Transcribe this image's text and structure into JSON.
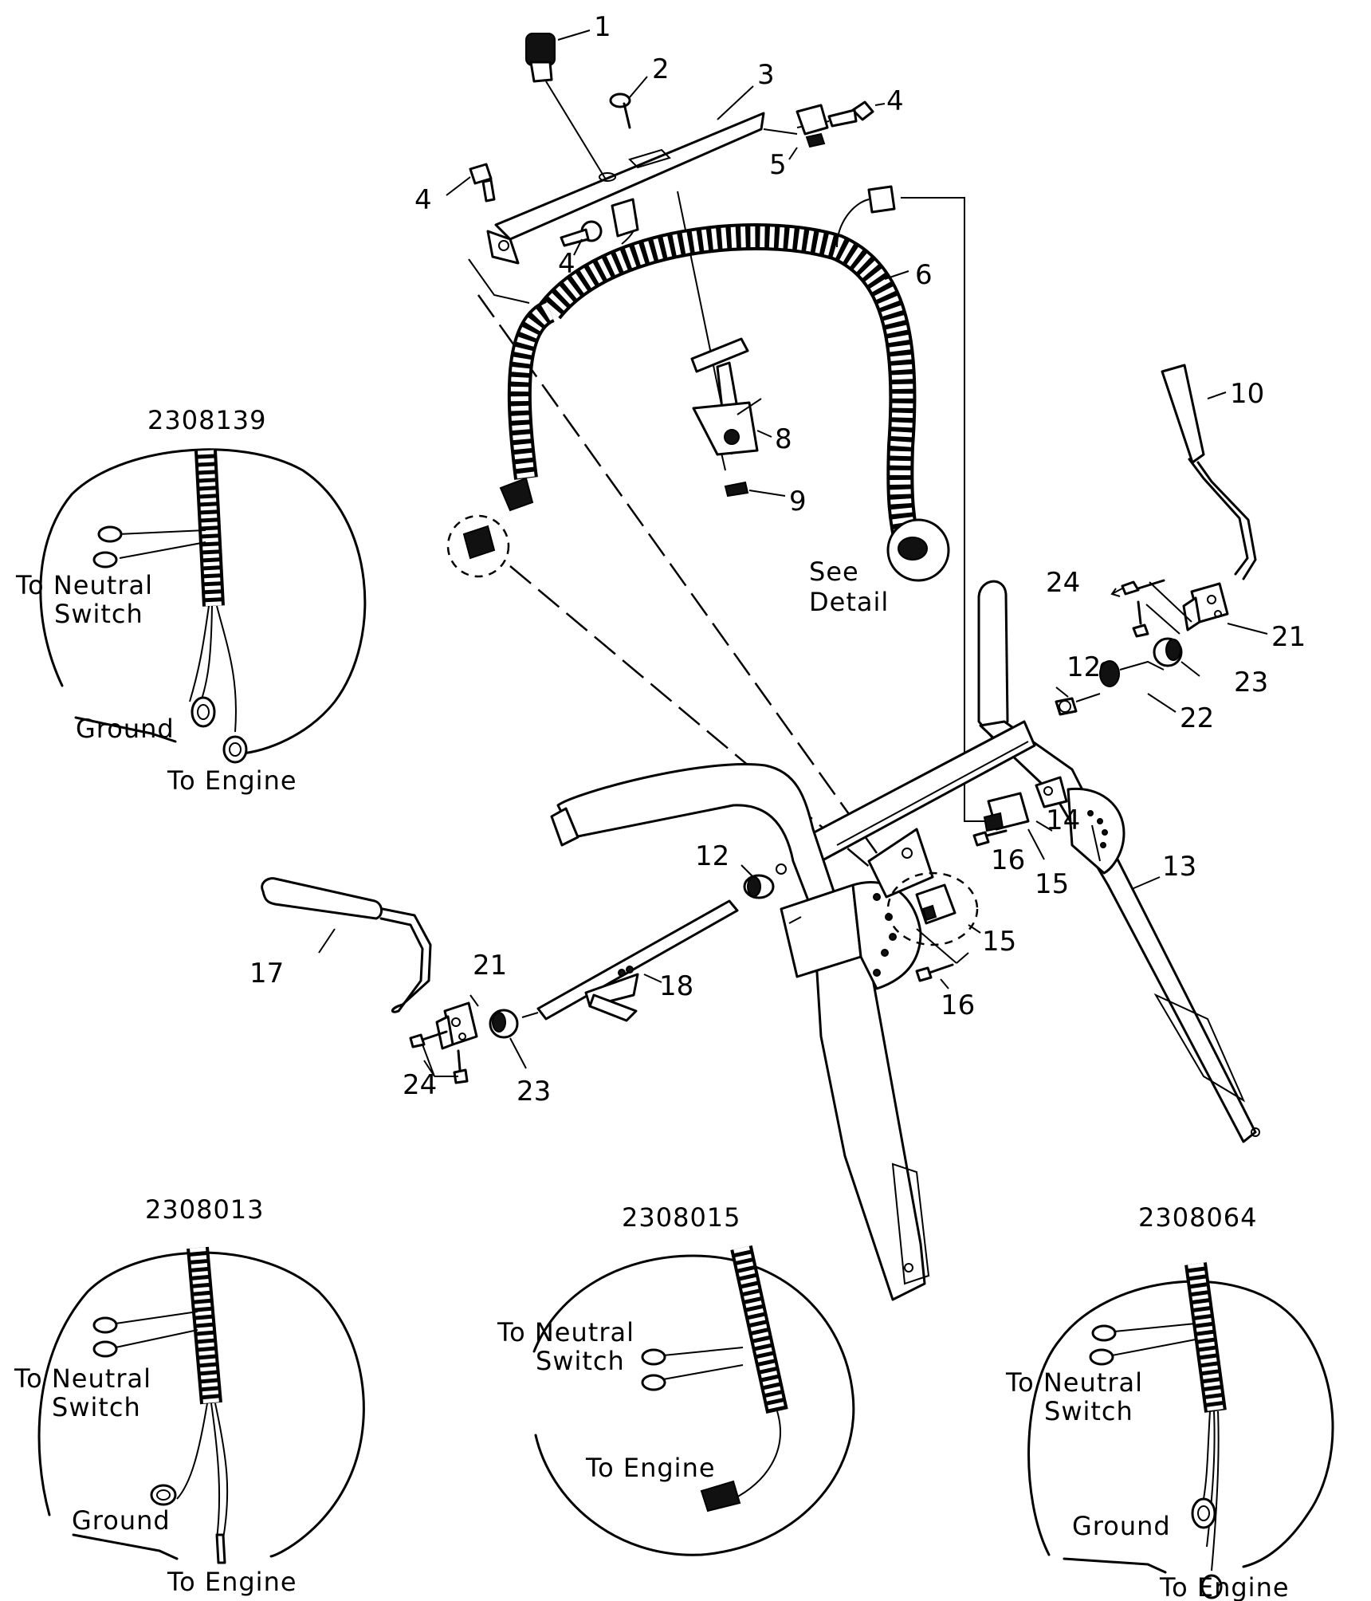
{
  "callouts": {
    "c1": "1",
    "c2": "2",
    "c3": "3",
    "c4a": "4",
    "c4b": "4",
    "c4c": "4",
    "c5": "5",
    "c6": "6",
    "c8": "8",
    "c9": "9",
    "c10": "10",
    "c12a": "12",
    "c12b": "12",
    "c13": "13",
    "c14": "14",
    "c15a": "15",
    "c15b": "15",
    "c16a": "16",
    "c16b": "16",
    "c17": "17",
    "c18": "18",
    "c21a": "21",
    "c21b": "21",
    "c22": "22",
    "c23a": "23",
    "c23b": "23",
    "c24a": "24",
    "c24b": "24"
  },
  "see_detail": {
    "line1": "See",
    "line2": "Detail"
  },
  "details": [
    {
      "model": "2308139",
      "neutral_1": "To Neutral",
      "neutral_2": "Switch",
      "ground": "Ground",
      "engine": "To Engine"
    },
    {
      "model": "2308013",
      "neutral_1": "To Neutral",
      "neutral_2": "Switch",
      "ground": "Ground",
      "engine": "To Engine"
    },
    {
      "model": "2308015",
      "neutral_1": "To Neutral",
      "neutral_2": "Switch",
      "engine": "To Engine"
    },
    {
      "model": "2308064",
      "neutral_1": "To Neutral",
      "neutral_2": "Switch",
      "ground": "Ground",
      "engine": "To Engine"
    }
  ]
}
